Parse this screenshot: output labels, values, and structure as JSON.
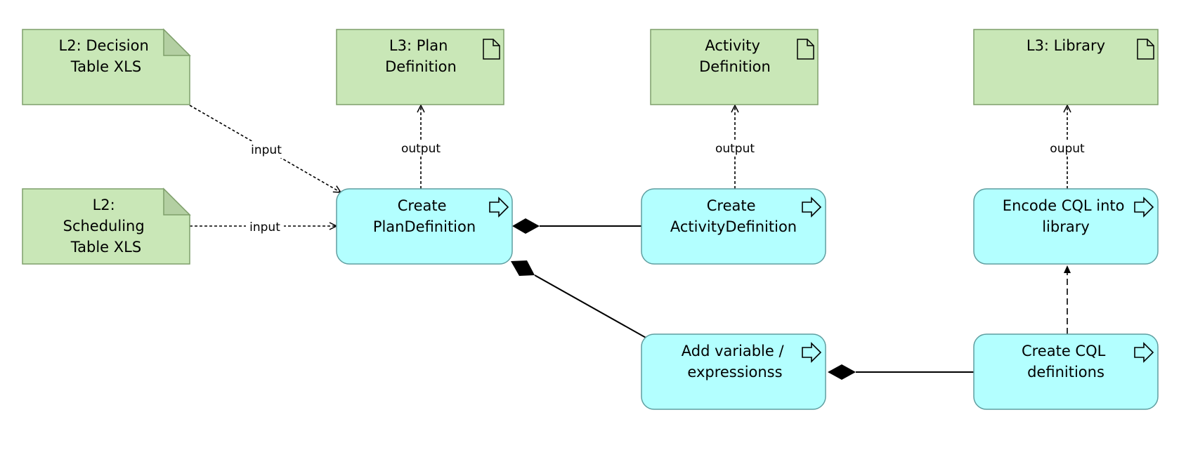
{
  "colors": {
    "artifact_fill": "#c9e7b7",
    "artifact_stroke": "#7f9f6b",
    "process_fill": "#b3ffff",
    "process_stroke": "#5f9ea0",
    "line": "#000000"
  },
  "artifacts": {
    "decision_table": {
      "lines": [
        "L2: Decision",
        "Table XLS"
      ],
      "icon": "page-fold-corner"
    },
    "scheduling_table": {
      "lines": [
        "L2:",
        "Scheduling",
        "Table XLS"
      ],
      "icon": "page-fold-corner"
    },
    "plan_definition": {
      "lines": [
        "L3: Plan",
        "Definition"
      ],
      "icon": "document-icon"
    },
    "activity_definition": {
      "lines": [
        "Activity",
        "Definition"
      ],
      "icon": "document-icon"
    },
    "library": {
      "lines": [
        "L3: Library"
      ],
      "icon": "document-icon"
    }
  },
  "processes": {
    "create_plan": {
      "lines": [
        "Create",
        "PlanDefinition"
      ],
      "icon": "process-arrow-icon"
    },
    "create_activity": {
      "lines": [
        "Create",
        "ActivityDefinition"
      ],
      "icon": "process-arrow-icon"
    },
    "encode_cql": {
      "lines": [
        "Encode CQL into",
        "library"
      ],
      "icon": "process-arrow-icon"
    },
    "add_variable": {
      "lines": [
        "Add variable /",
        "expressionss"
      ],
      "icon": "process-arrow-icon"
    },
    "create_cql": {
      "lines": [
        "Create CQL",
        "definitions"
      ],
      "icon": "process-arrow-icon"
    }
  },
  "edges": {
    "decision_input": "input",
    "scheduling_input": "input",
    "plan_output": "output",
    "activity_output": "output",
    "library_output": "ouput"
  }
}
